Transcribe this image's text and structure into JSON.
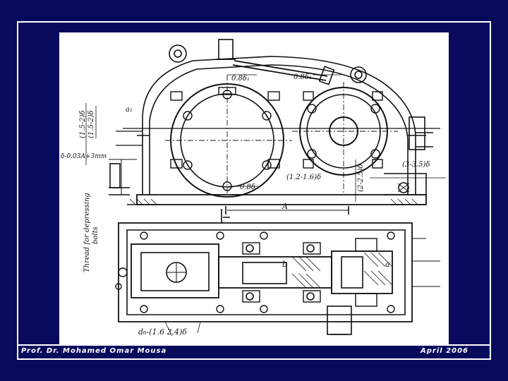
{
  "footer": {
    "author": "Prof. Dr. Mohamed Omar Mousa",
    "date": "April 2006"
  },
  "drawing": {
    "labels": {
      "dim_top_left": "0.8δ₁",
      "dim_top_right": "0.8δ₁",
      "dim_side_a": "(1.5-2)δ",
      "dim_side_b": "(1.5-2)δ",
      "dim_label_a1": "a₁",
      "dim_gap": "δ-0.03A+3mm",
      "dim_flange": "(1.2-1.6)δ",
      "dim_base": "0.8δ",
      "dim_right_vert": "(2-2.5)δ",
      "dim_right_side": "(3-3.5)δ",
      "dim_center": "A",
      "label_b": "b",
      "label_a": "a",
      "thread_note_1": "Thread for depressing",
      "thread_note_2": "bolts",
      "bolt_dim": "d₆-(1.6 2.4)δ"
    }
  }
}
